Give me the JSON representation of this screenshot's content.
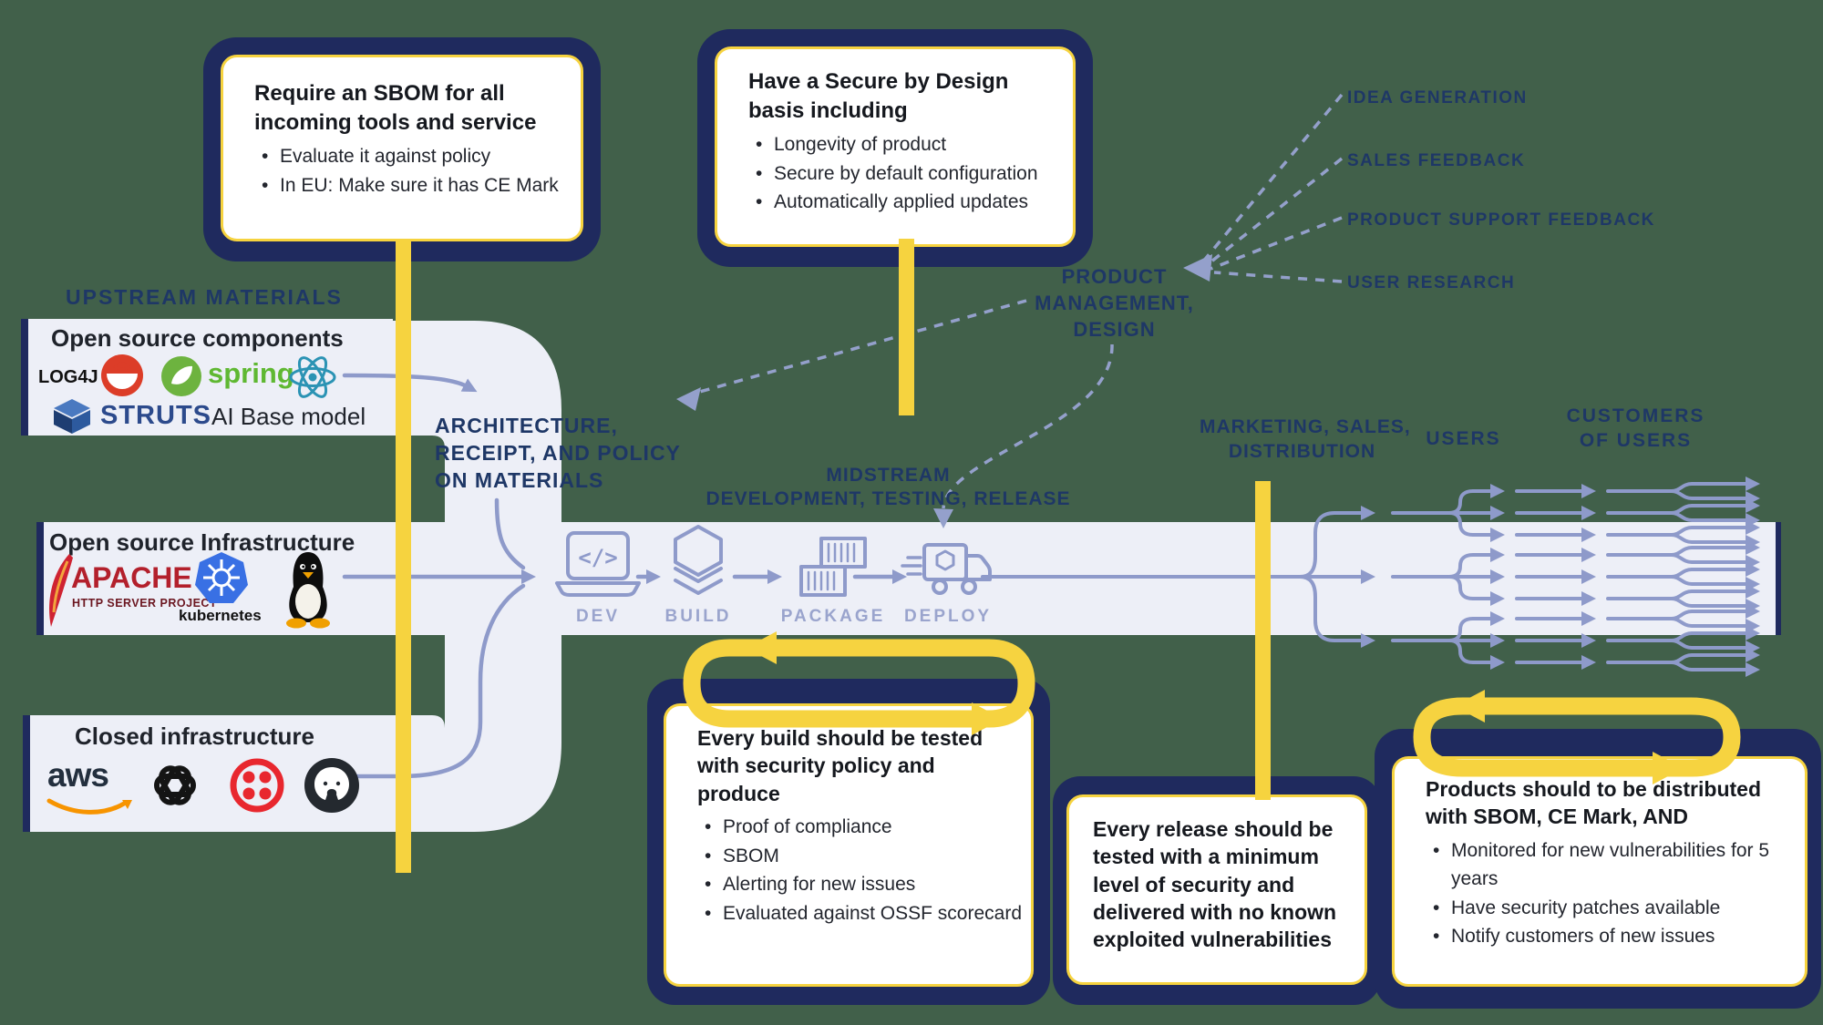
{
  "upstream": {
    "header": "UPSTREAM MATERIALS"
  },
  "components_box": {
    "title": "Open source components",
    "log4j_label": "LOG4J",
    "spring_label": "spring",
    "struts_label": "STRUTS",
    "ai_label": "AI Base model"
  },
  "infrastructure_box": {
    "title": "Open source Infrastructure",
    "apache_label": "APACHE",
    "apache_sub": "HTTP SERVER PROJECT",
    "kubernetes_label": "kubernetes"
  },
  "closed_box": {
    "title": "Closed infrastructure",
    "aws_label": "aws"
  },
  "architecture_label": {
    "line1": "ARCHITECTURE,",
    "line2": "RECEIPT, AND POLICY",
    "line3": "ON MATERIALS"
  },
  "midstream_label": {
    "line1": "MIDSTREAM",
    "line2": "DEVELOPMENT, TESTING, RELEASE"
  },
  "product_mgmt_label": {
    "line1": "PRODUCT",
    "line2": "MANAGEMENT,",
    "line3": "DESIGN"
  },
  "feedback_labels": {
    "idea": "IDEA GENERATION",
    "sales": "SALES FEEDBACK",
    "support": "PRODUCT SUPPORT FEEDBACK",
    "research": "USER RESEARCH"
  },
  "marketing_label": {
    "line1": "MARKETING, SALES,",
    "line2": "DISTRIBUTION"
  },
  "users_label": "USERS",
  "customers_label": {
    "line1": "CUSTOMERS",
    "line2": "OF USERS"
  },
  "pipeline": {
    "dev": "DEV",
    "build": "BUILD",
    "package": "PACKAGE",
    "deploy": "DEPLOY",
    "dev_icon_glyph": "</>"
  },
  "callout_sbom": {
    "title1": "Require an SBOM for all",
    "title2": "incoming tools and service",
    "bullet1": "Evaluate it against policy",
    "bullet2": "In EU: Make sure it has CE Mark"
  },
  "callout_secure_design": {
    "title1": "Have a Secure by Design",
    "title2": "basis including",
    "bullet1": "Longevity of product",
    "bullet2": "Secure by default configuration",
    "bullet3": "Automatically applied updates"
  },
  "callout_build": {
    "title1": "Every build should be tested",
    "title2": "with security policy and",
    "title3": "produce",
    "bullet1": "Proof of compliance",
    "bullet2": "SBOM",
    "bullet3": "Alerting for new issues",
    "bullet4": "Evaluated against OSSF scorecard"
  },
  "callout_release": {
    "line1": "Every release should be",
    "line2": "tested with a minimum",
    "line3": "level of security and",
    "line4": "delivered with no known",
    "line5": "exploited vulnerabilities"
  },
  "callout_distribute": {
    "title1": "Products should to be distributed",
    "title2": "with SBOM, CE Mark, AND",
    "bullet1": "Monitored for new vulnerabilities for 5 years",
    "bullet2": "Have security patches available",
    "bullet3": "Notify customers of new issues"
  },
  "colors": {
    "navy": "#1f2a5e",
    "header_text": "#1e3766",
    "yellow": "#f6d33f",
    "periwinkle": "#8e9aca",
    "band": "#edeff7",
    "background_green": "#41604a"
  }
}
